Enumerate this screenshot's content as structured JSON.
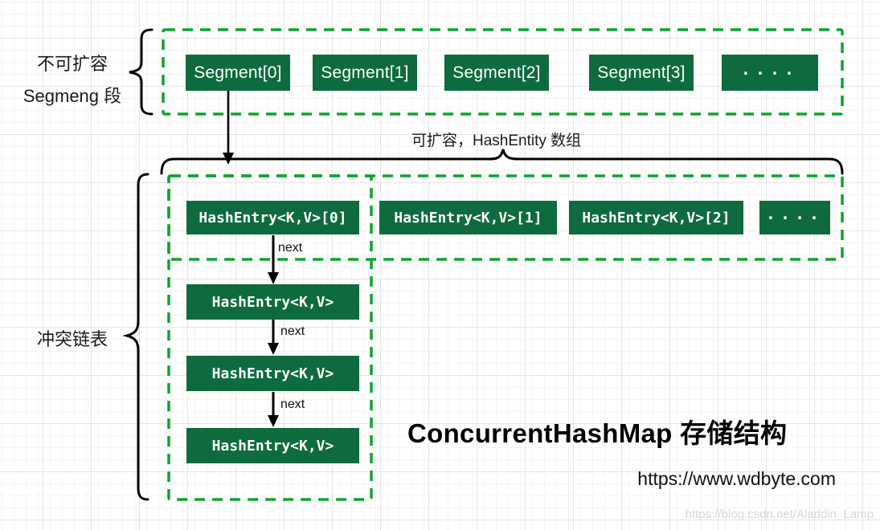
{
  "colors": {
    "box_green": "#0E6B3E",
    "dash_green": "#0CA42F",
    "box_text": "#FFFFFF",
    "watermark_gray": "#D7D7D7"
  },
  "top_group": {
    "label_line1": "不可扩容",
    "label_line2": "Segmeng 段",
    "segments": [
      {
        "label": "Segment[0]"
      },
      {
        "label": "Segment[1]"
      },
      {
        "label": "Segment[2]"
      },
      {
        "label": "Segment[3]"
      },
      {
        "label": "...."
      }
    ]
  },
  "middle": {
    "expand_label": "可扩容，HashEntity 数组"
  },
  "hash_row": [
    {
      "label": "HashEntry<K,V>[0]"
    },
    {
      "label": "HashEntry<K,V>[1]"
    },
    {
      "label": "HashEntry<K,V>[2]"
    },
    {
      "label": "...."
    }
  ],
  "chain": {
    "label": "冲突链表",
    "next_labels": [
      "next",
      "next",
      "next"
    ],
    "nodes": [
      {
        "label": "HashEntry<K,V>"
      },
      {
        "label": "HashEntry<K,V>"
      },
      {
        "label": "HashEntry<K,V>"
      }
    ]
  },
  "footer": {
    "title": "ConcurrentHashMap 存储结构",
    "site_url": "https://www.wdbyte.com",
    "watermark": "https://blog.csdn.net/Aladdin_Lamp"
  }
}
